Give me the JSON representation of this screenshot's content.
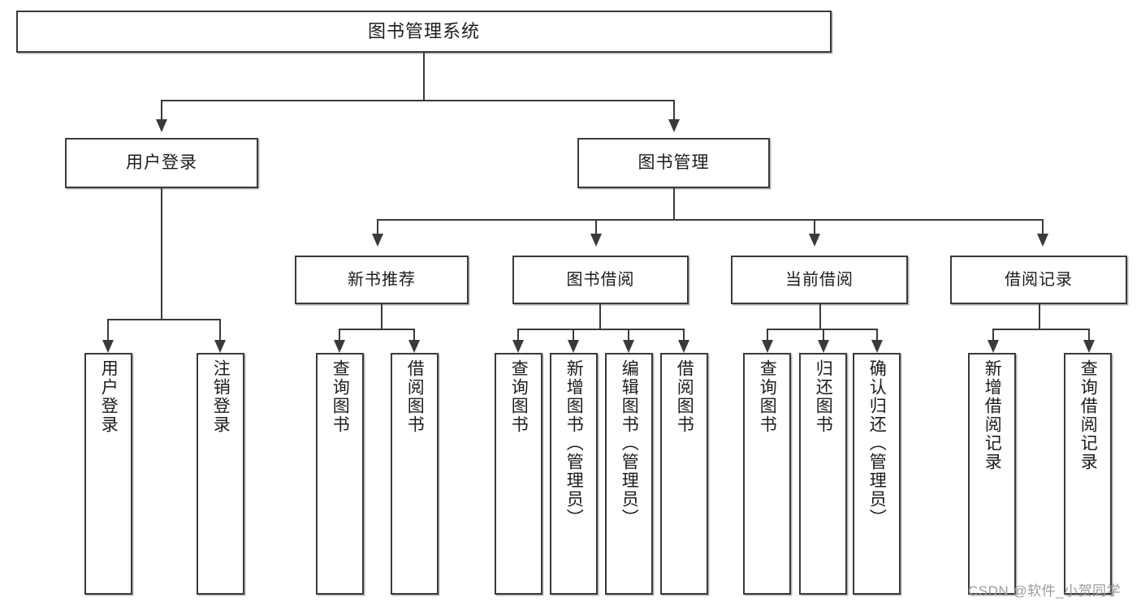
{
  "diagram": {
    "title": "图书管理系统",
    "type": "tree-hierarchy-diagram",
    "root": {
      "label": "图书管理系统"
    },
    "level2": [
      {
        "label": "用户登录"
      },
      {
        "label": "图书管理"
      }
    ],
    "level3": [
      {
        "label": "新书推荐"
      },
      {
        "label": "图书借阅"
      },
      {
        "label": "当前借阅"
      },
      {
        "label": "借阅记录"
      }
    ],
    "leaves": {
      "user_login": [
        {
          "label": "用户登录"
        },
        {
          "label": "注销登录"
        }
      ],
      "new_book_recommend": [
        {
          "label": "查询图书"
        },
        {
          "label": "借阅图书"
        }
      ],
      "book_borrow": [
        {
          "label": "查询图书"
        },
        {
          "label": "新增图书（管理员）"
        },
        {
          "label": "编辑图书（管理员）"
        },
        {
          "label": "借阅图书"
        }
      ],
      "current_borrow": [
        {
          "label": "查询图书"
        },
        {
          "label": "归还图书"
        },
        {
          "label": "确认归还（管理员）"
        }
      ],
      "borrow_record": [
        {
          "label": "新增借阅记录"
        },
        {
          "label": "查询借阅记录"
        }
      ]
    }
  },
  "watermark": {
    "text": "CSDN @软件_小贺同学"
  },
  "colors": {
    "stroke": "#3a3a3a",
    "fill": "#ffffff",
    "text": "#1c1c1c",
    "watermark": "#9a9a9a"
  }
}
